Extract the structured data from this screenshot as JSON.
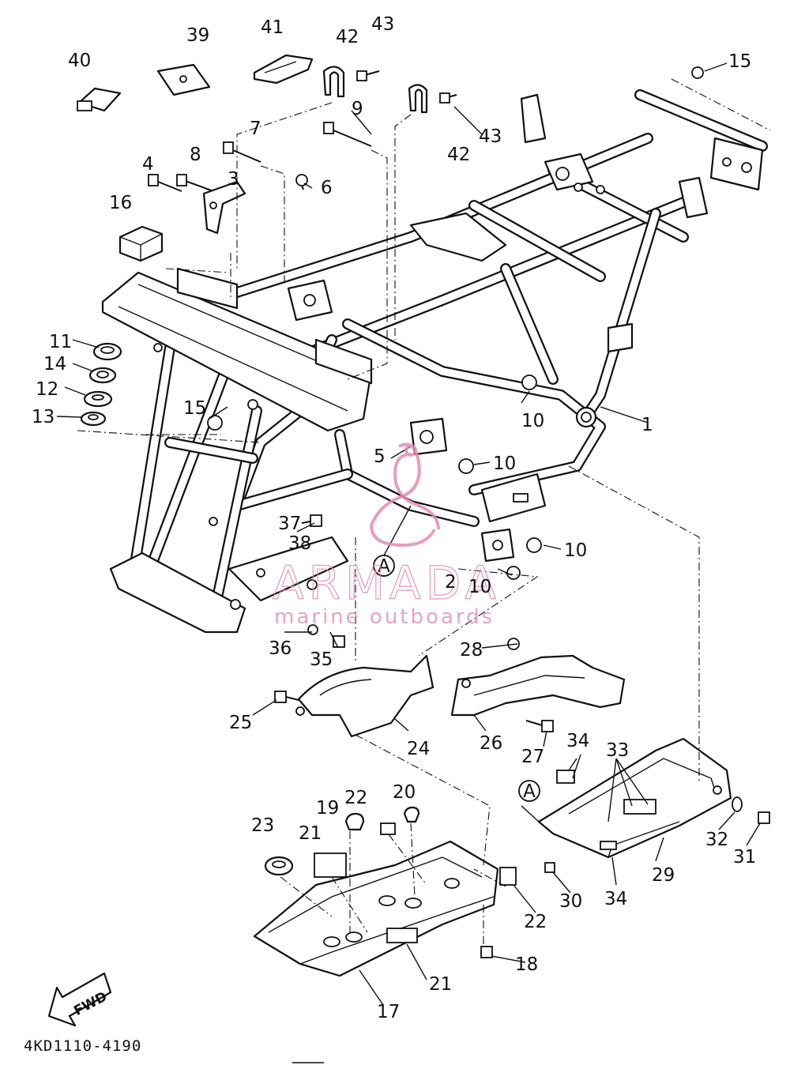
{
  "diagram": {
    "code": "4KD1110-4190",
    "fwd_label": "FWD",
    "callout_letter": "A",
    "watermark": {
      "brand": "ARMADA",
      "tagline": "marine outboards",
      "color": "#e08fb3"
    },
    "labels": [
      "1",
      "2",
      "3",
      "4",
      "5",
      "6",
      "7",
      "8",
      "9",
      "10",
      "10",
      "10",
      "10",
      "11",
      "12",
      "13",
      "14",
      "15",
      "15",
      "16",
      "17",
      "18",
      "19",
      "20",
      "21",
      "21",
      "22",
      "22",
      "23",
      "24",
      "25",
      "26",
      "27",
      "28",
      "29",
      "30",
      "31",
      "32",
      "33",
      "34",
      "34",
      "35",
      "36",
      "37",
      "38",
      "39",
      "40",
      "41",
      "42",
      "42",
      "43",
      "43"
    ]
  }
}
